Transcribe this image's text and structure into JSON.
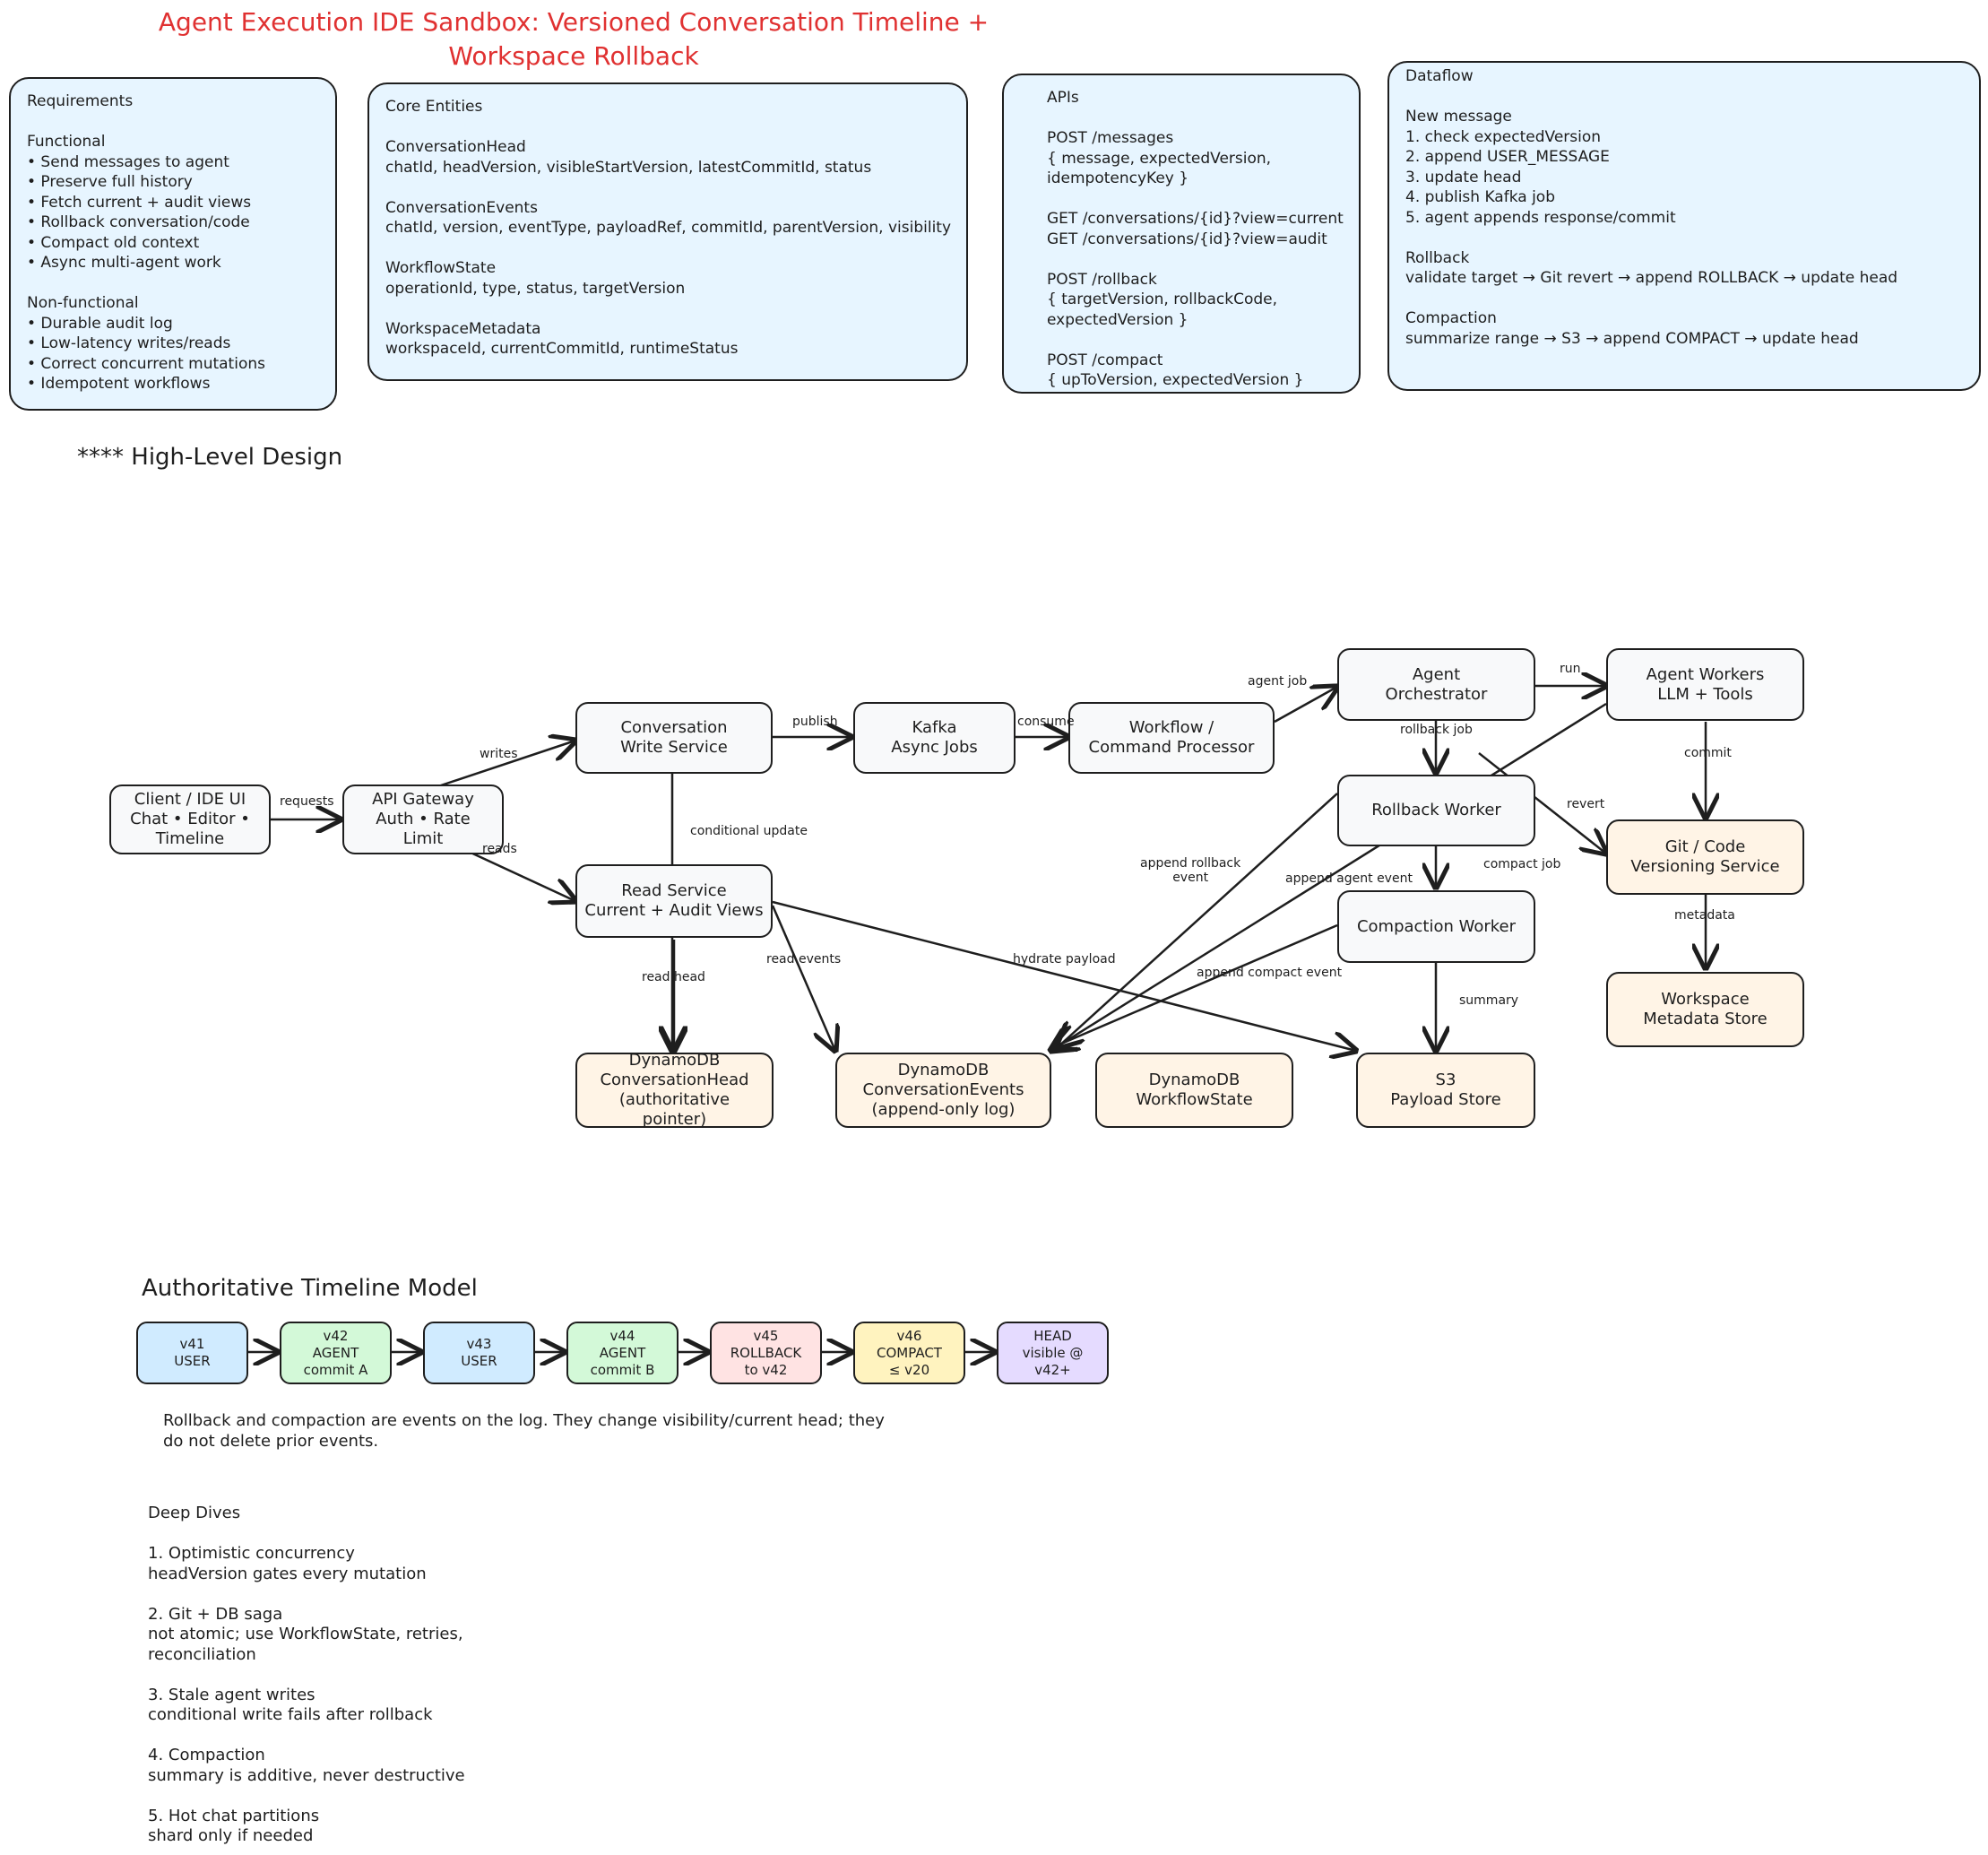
{
  "title": "Agent Execution IDE Sandbox: Versioned Conversation Timeline +\nWorkspace Rollback",
  "panels": {
    "requirements": "Requirements\n\nFunctional\n• Send messages to agent\n• Preserve full history\n• Fetch current + audit views\n• Rollback conversation/code\n• Compact old context\n• Async multi-agent work\n\nNon-functional\n• Durable audit log\n• Low-latency writes/reads\n• Correct concurrent mutations\n• Idempotent workflows",
    "core_entities": "Core Entities\n\nConversationHead\nchatId, headVersion, visibleStartVersion, latestCommitId, status\n\nConversationEvents\nchatId, version, eventType, payloadRef, commitId, parentVersion, visibility\n\nWorkflowState\noperationId, type, status, targetVersion\n\nWorkspaceMetadata\nworkspaceId, currentCommitId, runtimeStatus",
    "apis": "APIs\n\nPOST /messages\n{ message, expectedVersion,\nidempotencyKey }\n\nGET /conversations/{id}?view=current\nGET /conversations/{id}?view=audit\n\nPOST /rollback\n{ targetVersion, rollbackCode,\nexpectedVersion }\n\nPOST /compact\n{ upToVersion, expectedVersion }",
    "dataflow": "Dataflow\n\nNew message\n1. check expectedVersion\n2. append USER_MESSAGE\n3. update head\n4. publish Kafka job\n5. agent appends response/commit\n\nRollback\nvalidate target → Git revert → append ROLLBACK → update head\n\nCompaction\nsummarize range → S3 → append COMPACT → update head"
  },
  "hld_heading": "**** High-Level Design",
  "nodes": {
    "client": "Client / IDE UI\nChat • Editor •\nTimeline",
    "gateway": "API Gateway\nAuth • Rate\nLimit",
    "write_service": "Conversation\nWrite Service",
    "read_service": "Read Service\nCurrent + Audit Views",
    "kafka": "Kafka\nAsync Jobs",
    "workflow": "Workflow /\nCommand Processor",
    "orchestrator": "Agent\nOrchestrator",
    "workers": "Agent Workers\nLLM + Tools",
    "rollback_worker": "Rollback Worker",
    "compaction_worker": "Compaction Worker",
    "git": "Git / Code\nVersioning Service",
    "workspace_store": "Workspace\nMetadata Store",
    "head_db": "DynamoDB\nConversationHead\n(authoritative\npointer)",
    "events_db": "DynamoDB\nConversationEvents\n(append-only log)",
    "workflow_db": "DynamoDB\nWorkflowState",
    "s3": "S3\nPayload Store"
  },
  "edge_labels": {
    "requests": "requests",
    "writes": "writes",
    "reads": "reads",
    "publish": "publish",
    "consume": "consume",
    "agent_job": "agent job",
    "run": "run",
    "rollback_job": "rollback job",
    "commit": "commit",
    "revert": "revert",
    "conditional_update": "conditional update",
    "append_rollback_event": "append rollback\nevent",
    "append_agent_event": "append agent event",
    "compact_job": "compact job",
    "metadata": "metadata",
    "read_head": "read head",
    "read_events": "read events",
    "hydrate_payload": "hydrate payload",
    "append_compact_event": "append compact event",
    "summary": "summary"
  },
  "timeline_heading": "Authoritative Timeline Model",
  "timeline": [
    {
      "text": "v41\nUSER",
      "color": "#d0ebff"
    },
    {
      "text": "v42\nAGENT\ncommit A",
      "color": "#d3f9d8"
    },
    {
      "text": "v43\nUSER",
      "color": "#d0ebff"
    },
    {
      "text": "v44\nAGENT\ncommit B",
      "color": "#d3f9d8"
    },
    {
      "text": "v45\nROLLBACK\nto v42",
      "color": "#ffe3e3"
    },
    {
      "text": "v46\nCOMPACT\n≤ v20",
      "color": "#fff3bf"
    },
    {
      "text": "HEAD\nvisible @\nv42+",
      "color": "#e5dbff"
    }
  ],
  "timeline_note": "Rollback and compaction are events on the log. They change visibility/current head; they\ndo not delete prior events.",
  "deep_dives": "Deep Dives\n\n1. Optimistic concurrency\nheadVersion gates every mutation\n\n2. Git + DB saga\nnot atomic; use WorkflowState, retries,\nreconciliation\n\n3. Stale agent writes\nconditional write fails after rollback\n\n4. Compaction\nsummary is additive, never destructive\n\n5. Hot chat partitions\nshard only if needed"
}
